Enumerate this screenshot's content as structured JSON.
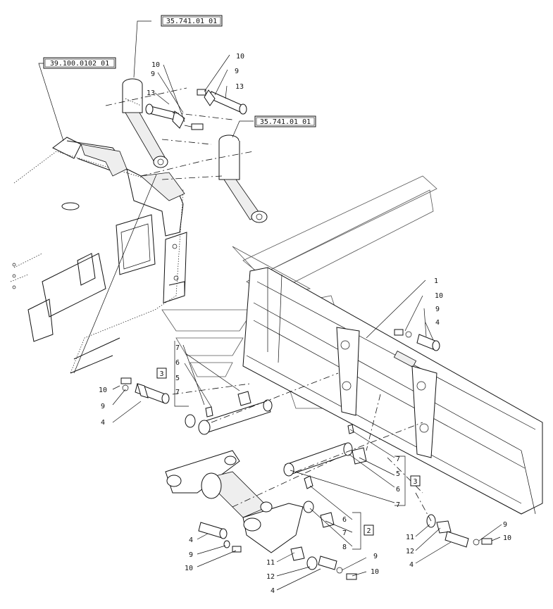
{
  "references": {
    "ref_cyl_top": "35.741.01 01",
    "ref_frame": "39.100.0102 01",
    "ref_cyl_mid": "35.741.01 01"
  },
  "callouts": {
    "c10_top_a": "10",
    "c9_top_a": "9",
    "c13_top_a": "13",
    "c10_top_b": "10",
    "c9_top_b": "9",
    "c13_top_b": "13",
    "c1": "1",
    "c10_r": "10",
    "c9_r": "9",
    "c4_r": "4",
    "c7_l1": "7",
    "c6_l": "6",
    "c5_l": "5",
    "c7_l2": "7",
    "box3_l": "3",
    "c10_l": "10",
    "c9_l": "9",
    "c4_l": "4",
    "c7_m1": "7",
    "c5_m": "5",
    "c6_m": "6",
    "c7_m2": "7",
    "box3_m": "3",
    "c6_b": "6",
    "c7_b": "7",
    "c8_b": "8",
    "box2_b": "2",
    "c4_bl": "4",
    "c9_bl": "9",
    "c10_bl": "10",
    "c11_b": "11",
    "c12_b": "12",
    "c4_b": "4",
    "c9_b": "9",
    "c10_b": "10",
    "c11_r": "11",
    "c12_r": "12",
    "c4_rb": "4",
    "c9_rb": "9",
    "c10_rb": "10"
  }
}
